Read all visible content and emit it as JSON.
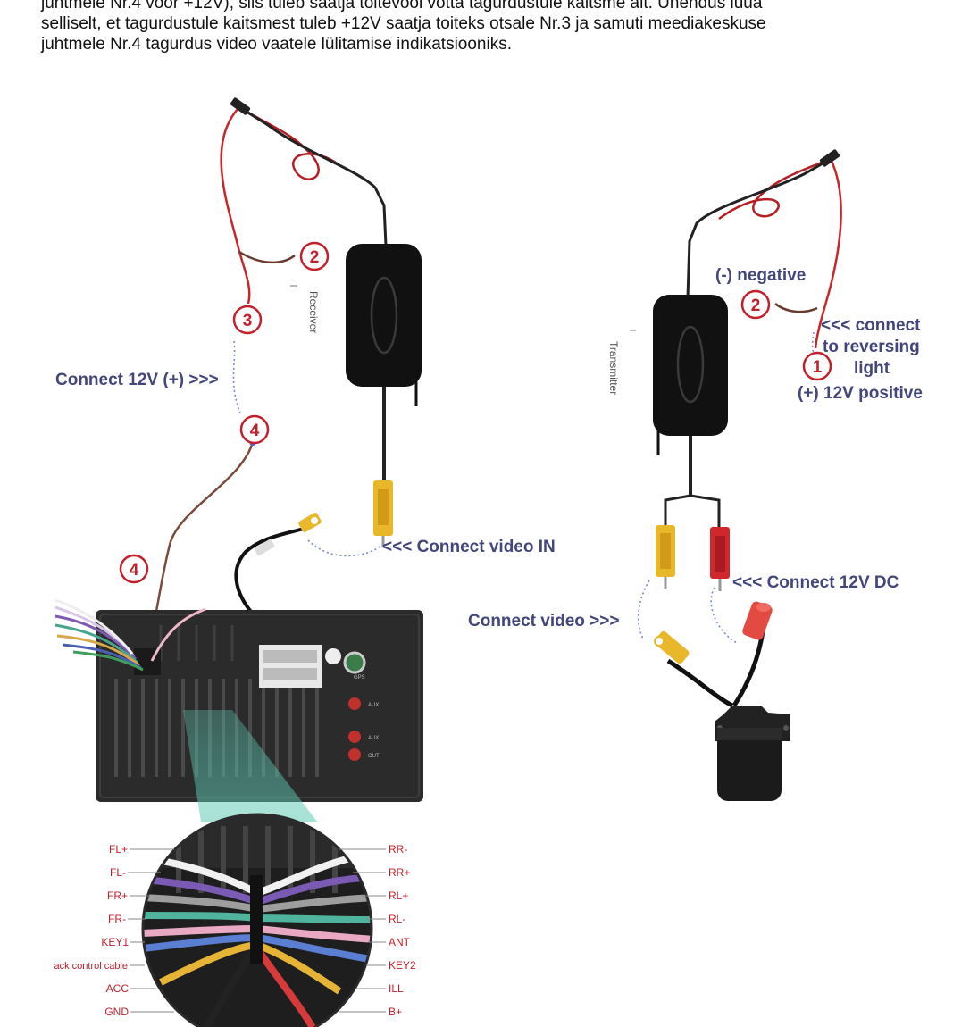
{
  "intro": {
    "line1": "juhtmele Nr.4 võõr +12V), siis tuleb saatja toitevool võtta tagurdustule kaitsme alt. Ühendus luua",
    "line2": "selliselt, et tagurdustule kaitsmest tuleb +12V saatja toiteks otsale Nr.3 ja samuti meediakeskuse",
    "line3": "juhtmele Nr.4 tagurdus video vaatele lülitamise indikatsiooniks."
  },
  "receiver": {
    "device_label": "Receiver",
    "connect_12v": "Connect 12V (+) >>>",
    "connect_video_in": "<<< Connect video IN",
    "num2": "2",
    "num3": "3",
    "num4_top": "4",
    "num4_bottom": "4"
  },
  "transmitter": {
    "device_label": "Transmitter",
    "negative": "(-) negative",
    "num2": "2",
    "num1": "1",
    "connect_line1": "<<< connect",
    "connect_line2": "to reversing",
    "connect_line3": "light",
    "positive": "(+) 12V positive",
    "connect_12v_dc": "<<< Connect  12V DC",
    "connect_video": "Connect video >>>"
  },
  "harness": {
    "left_pins": [
      "FL+",
      "FL-",
      "FR+",
      "FR-",
      "KEY1",
      "ack control cable",
      "ACC",
      "GND"
    ],
    "right_pins": [
      "RR-",
      "RR+",
      "RL+",
      "RL-",
      "ANT",
      "KEY2",
      "ILL",
      "B+"
    ]
  },
  "colors": {
    "label_blue": "#43467a",
    "number_red": "#c2212c",
    "rca_yellow": "#e9b82a",
    "rca_red": "#d0262c",
    "device_black": "#111111"
  }
}
